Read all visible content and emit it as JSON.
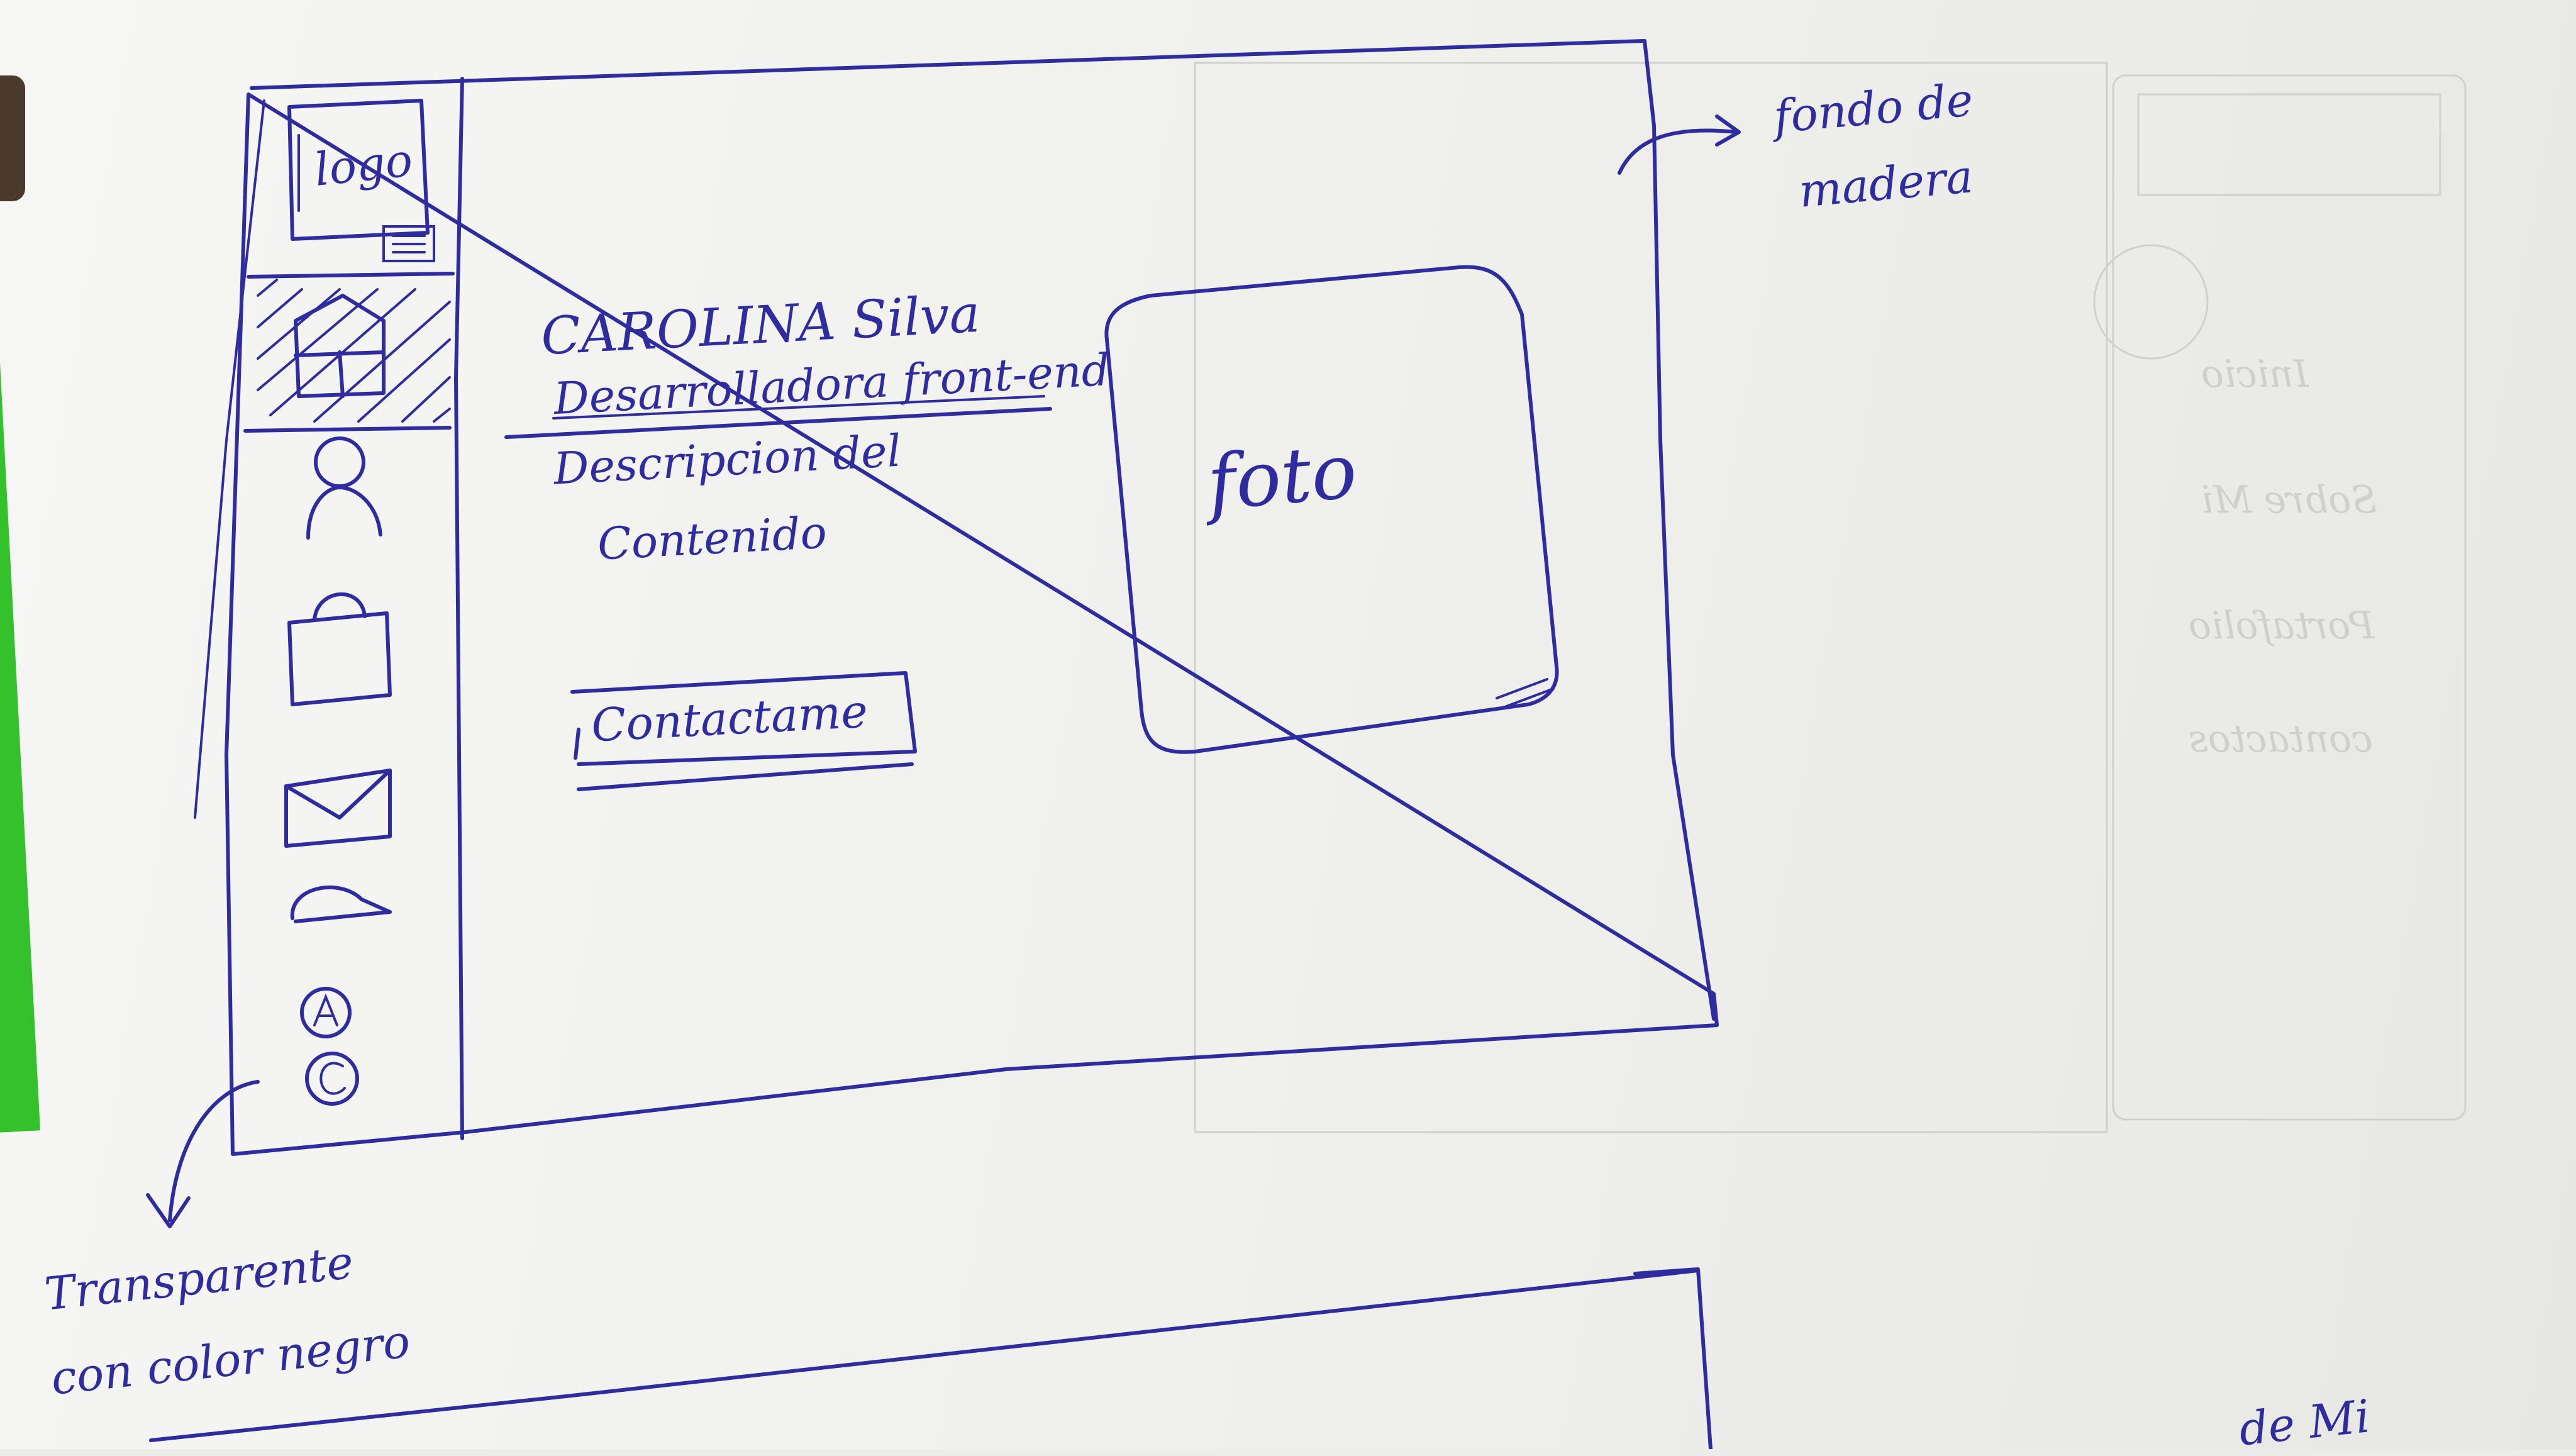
{
  "sidebar": {
    "logo_label": "logo",
    "icons": [
      "menu-icon",
      "home-icon",
      "user-icon",
      "bag-icon",
      "mail-icon",
      "cap-icon",
      "social-icon-a",
      "social-icon-c"
    ]
  },
  "hero": {
    "name": "CAROLINA Silva",
    "role": "Desarrolladora front-end",
    "description_line1": "Descripcion del",
    "description_line2": "Contenido",
    "contact_button": "Contactame",
    "photo_label": "foto"
  },
  "annotations": {
    "background_note_line1": "fondo de",
    "background_note_line2": "madera",
    "sidebar_note_line1": "Transparente",
    "sidebar_note_line2": "con color negro",
    "bottom_fragment": "de Mi"
  },
  "colors": {
    "ink": "#2e2c9e",
    "paper": "#f3f3f1",
    "green": "#33c22b"
  }
}
